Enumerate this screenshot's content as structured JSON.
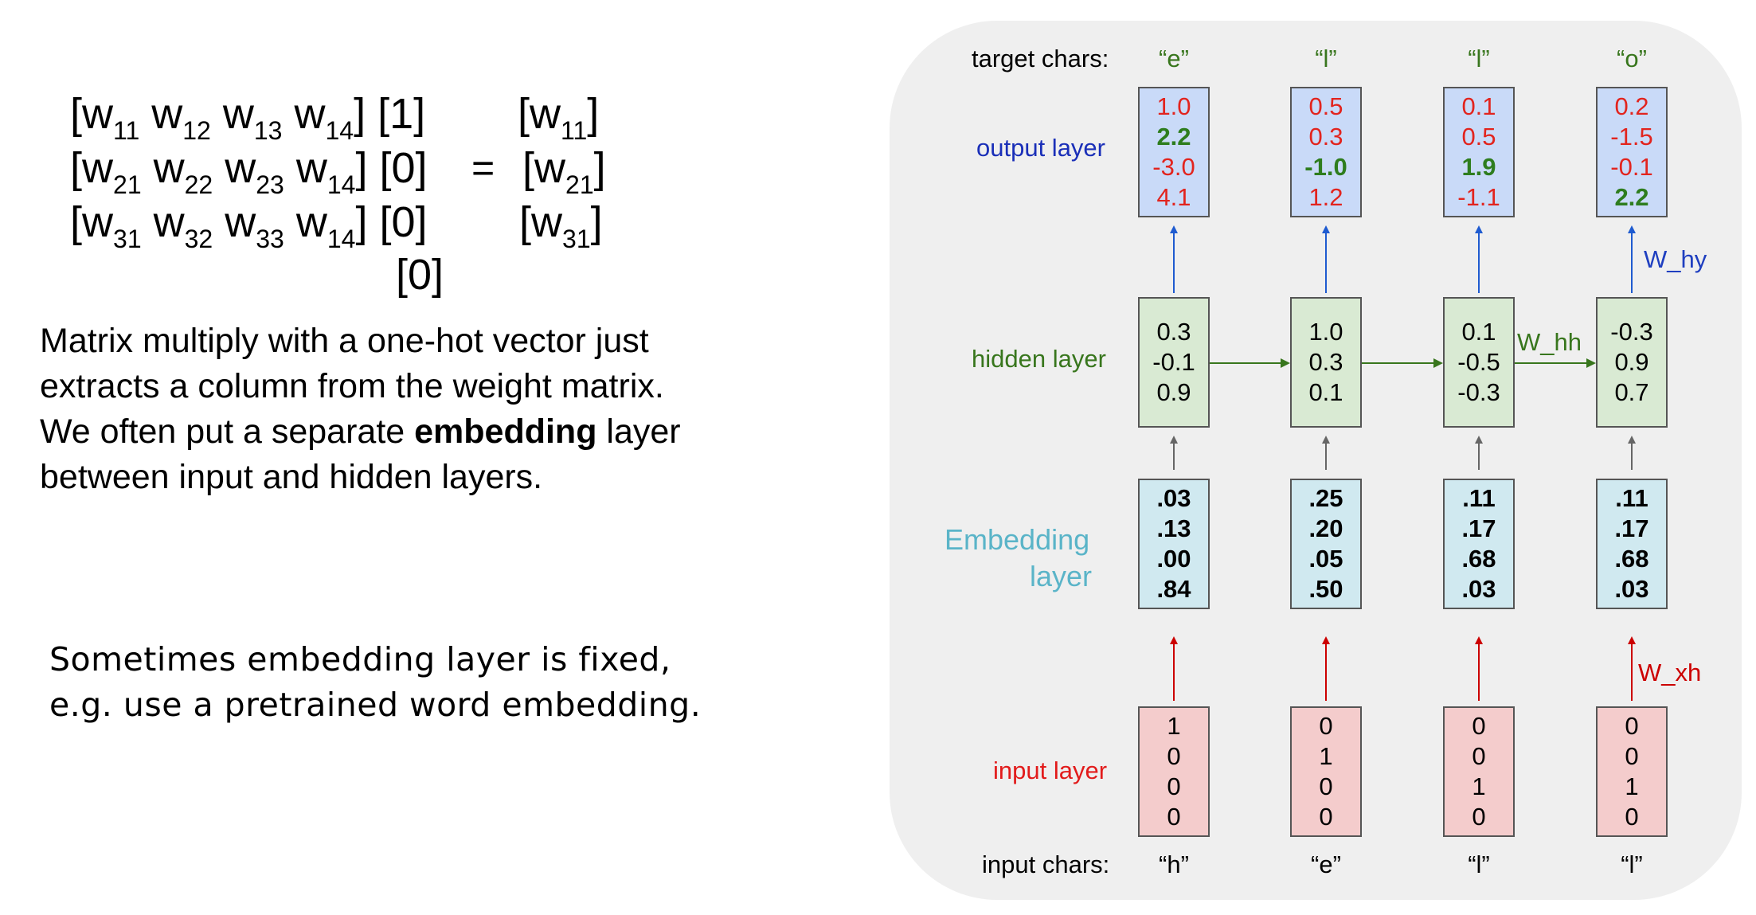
{
  "equation": {
    "rows": [
      {
        "w": [
          "w",
          "w",
          "w",
          "w"
        ],
        "subs": [
          "11",
          "12",
          "13",
          "14"
        ],
        "vec": "[1]"
      },
      {
        "w": [
          "w",
          "w",
          "w",
          "w"
        ],
        "subs": [
          "21",
          "22",
          "23",
          "14"
        ],
        "vec": "[0]"
      },
      {
        "w": [
          "w",
          "w",
          "w",
          "w"
        ],
        "subs": [
          "31",
          "32",
          "33",
          "14"
        ],
        "vec": "[0]"
      }
    ],
    "extra_vec": "[0]",
    "equals": "=",
    "result": [
      {
        "w": "w",
        "sub": "11"
      },
      {
        "w": "w",
        "sub": "21"
      },
      {
        "w": "w",
        "sub": "31"
      }
    ]
  },
  "paragraph": {
    "line1": "Matrix multiply with a one-hot vector just",
    "line2": "extracts a column from the weight matrix.",
    "line3_pre": "We often put a separate ",
    "line3_bold": "embedding",
    "line3_post": " layer",
    "line4": "between input and hidden layers."
  },
  "note": {
    "line1": "Sometimes embedding layer is fixed,",
    "line2": "e.g. use a pretrained word embedding."
  },
  "diagram": {
    "colors": {
      "output_label": "#1a2fb8",
      "hidden_label": "#38761d",
      "embedding_label": "#5ab4c8",
      "input_label": "#e21b1b",
      "target_char": "#38761d",
      "output_arrow": "#1f5bd0",
      "hidden_arrow": "#38761d",
      "embed_arrow": "#666666",
      "input_arrow": "#cc0000"
    },
    "target_chars_label": "target chars:",
    "input_chars_label": "input chars:",
    "output_layer_label": "output layer",
    "hidden_layer_label": "hidden layer",
    "embedding_layer_label_1": "Embedding",
    "embedding_layer_label_2": "layer",
    "input_layer_label": "input layer",
    "w_hy": "W_hy",
    "w_hh": "W_hh",
    "w_xh": "W_xh",
    "columns": [
      {
        "target": "“e”",
        "input": "“h”",
        "output": [
          "1.0",
          "2.2",
          "-3.0",
          "4.1"
        ],
        "output_highlight": 1,
        "hidden": [
          "0.3",
          "-0.1",
          "0.9"
        ],
        "embedding": [
          ".03",
          ".13",
          ".00",
          ".84"
        ],
        "onehot": [
          "1",
          "0",
          "0",
          "0"
        ]
      },
      {
        "target": "“l”",
        "input": "“e”",
        "output": [
          "0.5",
          "0.3",
          "-1.0",
          "1.2"
        ],
        "output_highlight": 2,
        "hidden": [
          "1.0",
          "0.3",
          "0.1"
        ],
        "embedding": [
          ".25",
          ".20",
          ".05",
          ".50"
        ],
        "onehot": [
          "0",
          "1",
          "0",
          "0"
        ]
      },
      {
        "target": "“l”",
        "input": "“l”",
        "output": [
          "0.1",
          "0.5",
          "1.9",
          "-1.1"
        ],
        "output_highlight": 2,
        "hidden": [
          "0.1",
          "-0.5",
          "-0.3"
        ],
        "embedding": [
          ".11",
          ".17",
          ".68",
          ".03"
        ],
        "onehot": [
          "0",
          "0",
          "1",
          "0"
        ]
      },
      {
        "target": "“o”",
        "input": "“l”",
        "output": [
          "0.2",
          "-1.5",
          "-0.1",
          "2.2"
        ],
        "output_highlight": 3,
        "hidden": [
          "-0.3",
          "0.9",
          "0.7"
        ],
        "embedding": [
          ".11",
          ".17",
          ".68",
          ".03"
        ],
        "onehot": [
          "0",
          "0",
          "1",
          "0"
        ]
      }
    ]
  }
}
